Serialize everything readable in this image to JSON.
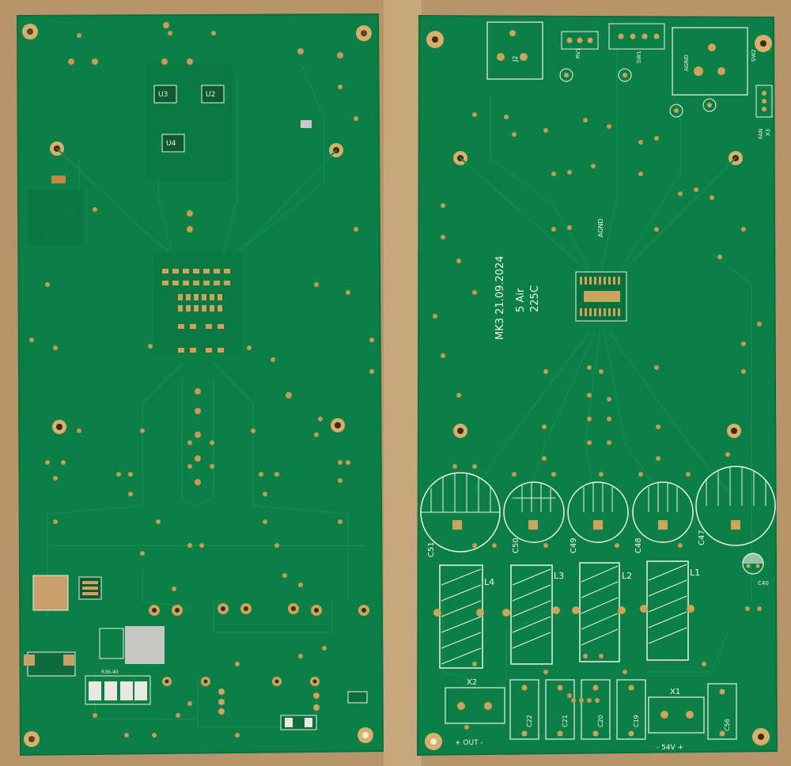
{
  "left_board": {
    "color": "#0b7f46",
    "labels": {
      "u3": "U3",
      "u2": "U2",
      "u4": "U4",
      "bottom_ic": "R36-40"
    }
  },
  "right_board": {
    "color": "#0b7f46",
    "labels": {
      "j2": "J2",
      "sw1": "SW1",
      "rv1": "RV1",
      "sw2": "SW2",
      "x3": "X3",
      "fan": "FAN",
      "agnd_top": "AGND",
      "agnd_mid": "AGND",
      "mark_line1": "225C",
      "mark_line2": "5 Air",
      "mark_line3": "MK3 21.09.2024",
      "c51": "C51",
      "c50": "C50",
      "c49": "C49",
      "c48": "C48",
      "c47": "C47",
      "c40": "C40",
      "l4": "L4",
      "l3": "L3",
      "l2": "L2",
      "l1": "L1",
      "x2": "X2",
      "x1": "X1",
      "out": "+ OUT -",
      "vin": "- 54V +",
      "c22": "C22",
      "c21": "C21",
      "c20": "C20",
      "c19": "C19",
      "c56": "C56"
    }
  },
  "colors": {
    "background": "#b8946a",
    "silkscreen": "#f2f4ee",
    "copper": "#c89a55"
  }
}
